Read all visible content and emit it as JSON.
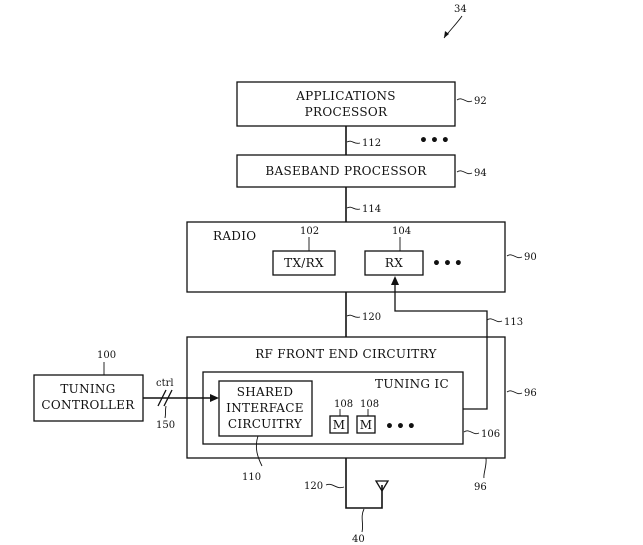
{
  "figure_ref": "34",
  "blocks": {
    "applications_processor": {
      "line1": "APPLICATIONS",
      "line2": "PROCESSOR",
      "ref": "92"
    },
    "baseband_processor": {
      "label": "BASEBAND PROCESSOR",
      "ref": "94"
    },
    "radio": {
      "label": "RADIO",
      "ref": "90"
    },
    "txrx": {
      "label": "TX/RX",
      "ref": "102"
    },
    "rx": {
      "label": "RX",
      "ref": "104"
    },
    "rf_front_end": {
      "label": "RF FRONT END CIRCUITRY",
      "ref": "96"
    },
    "tuning_ic": {
      "label": "TUNING IC",
      "ref": "106"
    },
    "shared_interface": {
      "line1": "SHARED",
      "line2": "INTERFACE",
      "line3": "CIRCUITRY",
      "ref": "110"
    },
    "module_a": {
      "label": "M",
      "ref": "108"
    },
    "module_b": {
      "label": "M",
      "ref": "108"
    },
    "tuning_controller": {
      "line1": "TUNING",
      "line2": "CONTROLLER",
      "ref": "100"
    },
    "antenna": {
      "ref": "40"
    }
  },
  "connections": {
    "ap_bb": "112",
    "bb_radio": "114",
    "radio_rf": "120",
    "rf_antenna": "120",
    "rx_feedback": "113",
    "ctrl_label": "ctrl",
    "ctrl_ref": "150",
    "rf_outer_ref": "96"
  },
  "ellipsis": "•••"
}
